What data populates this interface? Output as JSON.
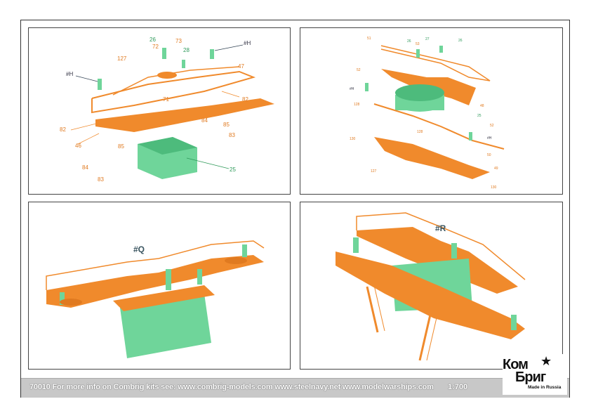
{
  "panels": {
    "top_left": {
      "labels": [
        "26",
        "73",
        "72",
        "28",
        "#H",
        "127",
        "#H",
        "47",
        "71",
        "82",
        "84",
        "85",
        "83",
        "82",
        "46",
        "85",
        "84",
        "83",
        "25"
      ]
    },
    "top_right": {
      "labels": [
        "51",
        "26",
        "53",
        "27",
        "26",
        "52",
        "#H",
        "128",
        "48",
        "25",
        "52",
        "130",
        "128",
        "#H",
        "50",
        "127",
        "49",
        "130"
      ]
    },
    "bottom_left": {
      "title": "#Q"
    },
    "bottom_right": {
      "title": "#R"
    }
  },
  "footer": {
    "text": "70010 For more info on Combrig kits see: www.combrig-models.com www.steelnavy.net www.modelwarships.com",
    "scale": "1:700"
  },
  "logo": {
    "line1": "Ком",
    "line2": "Бриг",
    "tagline": "Made in Russia"
  },
  "colors": {
    "orange": "#f08a2c",
    "green": "#6fd59a",
    "leader_dark": "#334455"
  }
}
